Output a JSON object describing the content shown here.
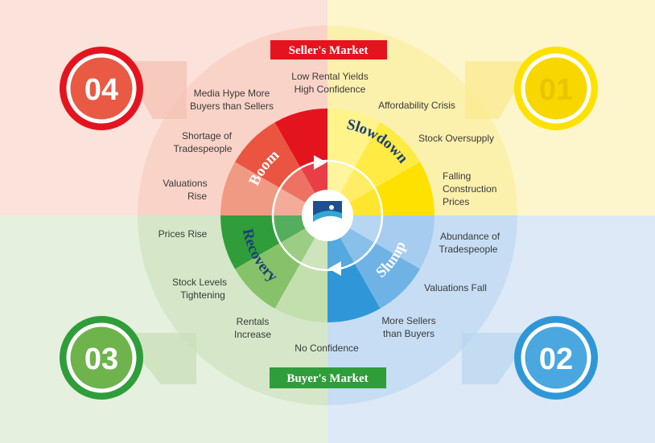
{
  "banners": {
    "top": "Seller's Market",
    "bottom": "Buyer's Market"
  },
  "phases": {
    "boom": "Boom",
    "slowdown": "Slowdown",
    "slump": "Slump",
    "recovery": "Recovery"
  },
  "badges": {
    "n01": "01",
    "n02": "02",
    "n03": "03",
    "n04": "04"
  },
  "labels": {
    "low_rental_1": "Low Rental Yields",
    "low_rental_2": "High Confidence",
    "affordability": "Affordability Crisis",
    "oversupply": "Stock Oversupply",
    "falling_1": "Falling",
    "falling_2": "Construction",
    "falling_3": "Prices",
    "abundance_1": "Abundance of",
    "abundance_2": "Tradespeople",
    "valuations_fall": "Valuations Fall",
    "more_sellers_1": "More Sellers",
    "more_sellers_2": "than Buyers",
    "no_confidence": "No Confidence",
    "rentals_1": "Rentals",
    "rentals_2": "Increase",
    "stock_1": "Stock Levels",
    "stock_2": "Tightening",
    "prices_rise": "Prices Rise",
    "valuations_rise_1": "Valuations",
    "valuations_rise_2": "Rise",
    "shortage_1": "Shortage of",
    "shortage_2": "Tradespeople",
    "media_1": "Media Hype More",
    "media_2": "Buyers than Sellers"
  },
  "colors": {
    "boom": "#e4141f",
    "slowdown": "#ffe100",
    "slump": "#2f97d7",
    "recovery": "#2f9d3a",
    "logo": "#1d4f91"
  }
}
